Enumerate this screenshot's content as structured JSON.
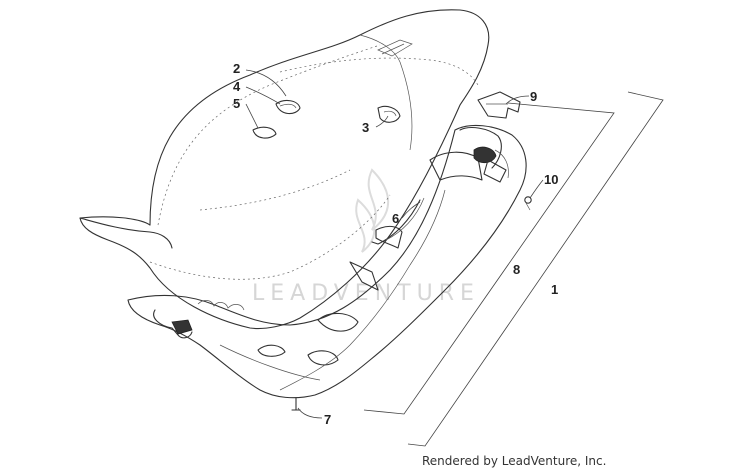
{
  "watermark": "LEADVENTURE",
  "credit": "Rendered by LeadVenture, Inc.",
  "callouts": [
    "2",
    "4",
    "5",
    "3",
    "9",
    "6",
    "10",
    "8",
    "1",
    "7"
  ],
  "colors": {
    "line": "#333333",
    "watermark": "#d6d6d6",
    "background": "#ffffff"
  }
}
